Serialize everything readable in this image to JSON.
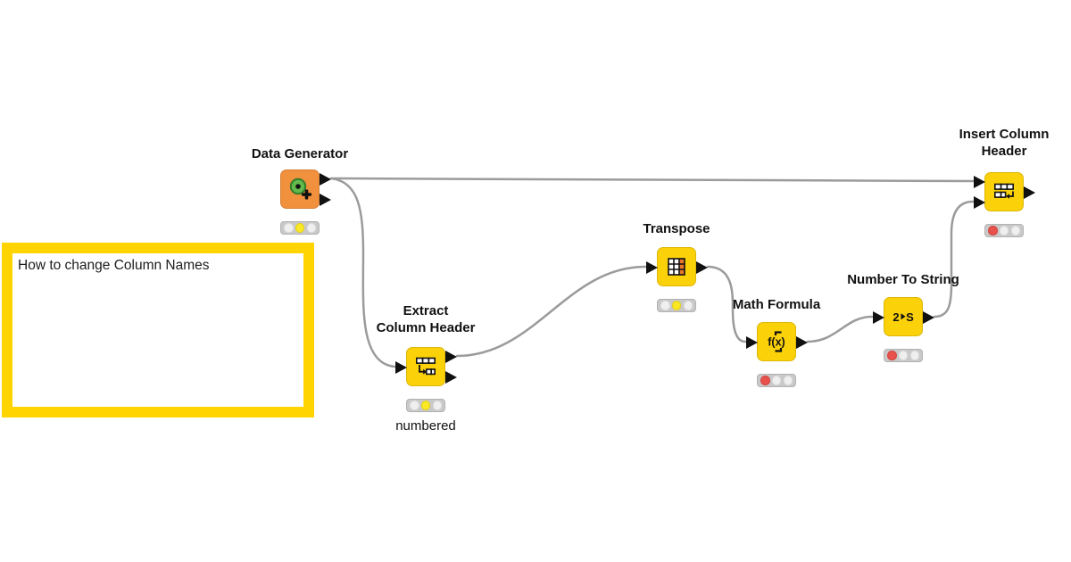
{
  "annotation": {
    "text": "How to change Column Names"
  },
  "nodes": {
    "data_generator": {
      "label": "Data Generator",
      "status": "yellow"
    },
    "extract_column_header": {
      "label": "Extract",
      "label2": "Column Header",
      "status": "yellow",
      "sublabel": "numbered"
    },
    "transpose": {
      "label": "Transpose",
      "status": "yellow"
    },
    "math_formula": {
      "label": "Math Formula",
      "status": "red",
      "icon_text": "f(x)"
    },
    "number_to_string": {
      "label": "Number To String",
      "status": "red",
      "icon_num": "2",
      "icon_letter": "S"
    },
    "insert_column_header": {
      "label": "Insert Column",
      "label2": "Header",
      "status": "red"
    }
  },
  "colors": {
    "node_yellow": "#FBD10A",
    "node_orange": "#F2913D",
    "wire_gray": "#9B9B9B",
    "annotation_border": "#FFD400",
    "status_red": "#E8524C",
    "status_yellow": "#FAE826",
    "icon_table_orange": "#E8792B",
    "icon_green": "#63B94C",
    "port_black": "#111111"
  }
}
